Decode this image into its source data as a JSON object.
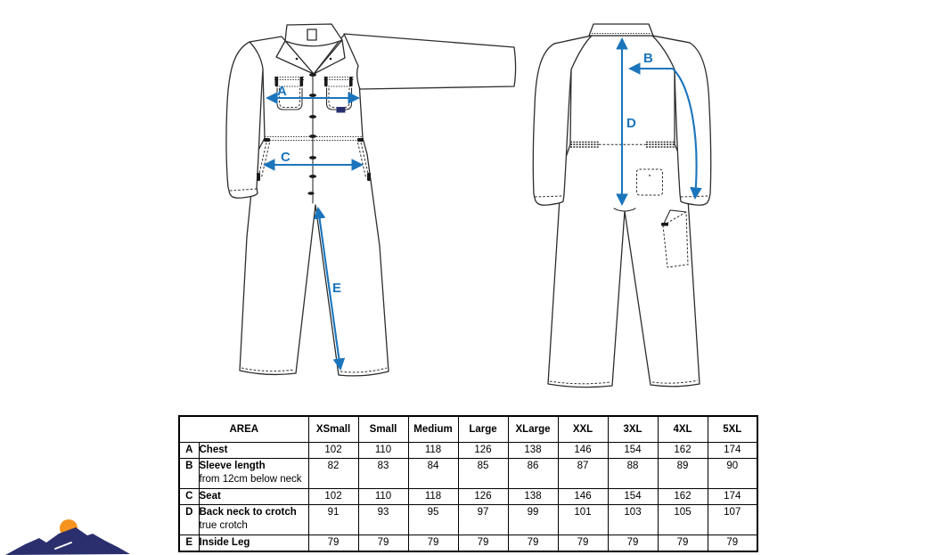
{
  "document": {
    "type": "coverall-size-guide",
    "views": [
      "front",
      "back"
    ]
  },
  "colors": {
    "accent": "#1b75bc",
    "line": "#2d2d2d",
    "label_navy": "#27306e",
    "logo_navy": "#2b2f6d",
    "logo_orange": "#f6921e"
  },
  "diagram": {
    "labels": {
      "A": "A",
      "B": "B",
      "C": "C",
      "D": "D",
      "E": "E"
    }
  },
  "table": {
    "headers": [
      "AREA",
      "XSmall",
      "Small",
      "Medium",
      "Large",
      "XLarge",
      "XXL",
      "3XL",
      "4XL",
      "5XL"
    ],
    "rows": [
      {
        "letter": "A",
        "name": "Chest",
        "sub": "",
        "values": [
          "102",
          "110",
          "118",
          "126",
          "138",
          "146",
          "154",
          "162",
          "174"
        ]
      },
      {
        "letter": "B",
        "name": "Sleeve length",
        "sub": "from 12cm below neck",
        "values": [
          "82",
          "83",
          "84",
          "85",
          "86",
          "87",
          "88",
          "89",
          "90"
        ]
      },
      {
        "letter": "C",
        "name": "Seat",
        "sub": "",
        "values": [
          "102",
          "110",
          "118",
          "126",
          "138",
          "146",
          "154",
          "162",
          "174"
        ]
      },
      {
        "letter": "D",
        "name": "Back neck to crotch",
        "sub": "true crotch",
        "values": [
          "91",
          "93",
          "95",
          "97",
          "99",
          "101",
          "103",
          "105",
          "107"
        ]
      },
      {
        "letter": "E",
        "name": "Inside Leg",
        "sub": "",
        "values": [
          "79",
          "79",
          "79",
          "79",
          "79",
          "79",
          "79",
          "79",
          "79"
        ]
      }
    ]
  }
}
